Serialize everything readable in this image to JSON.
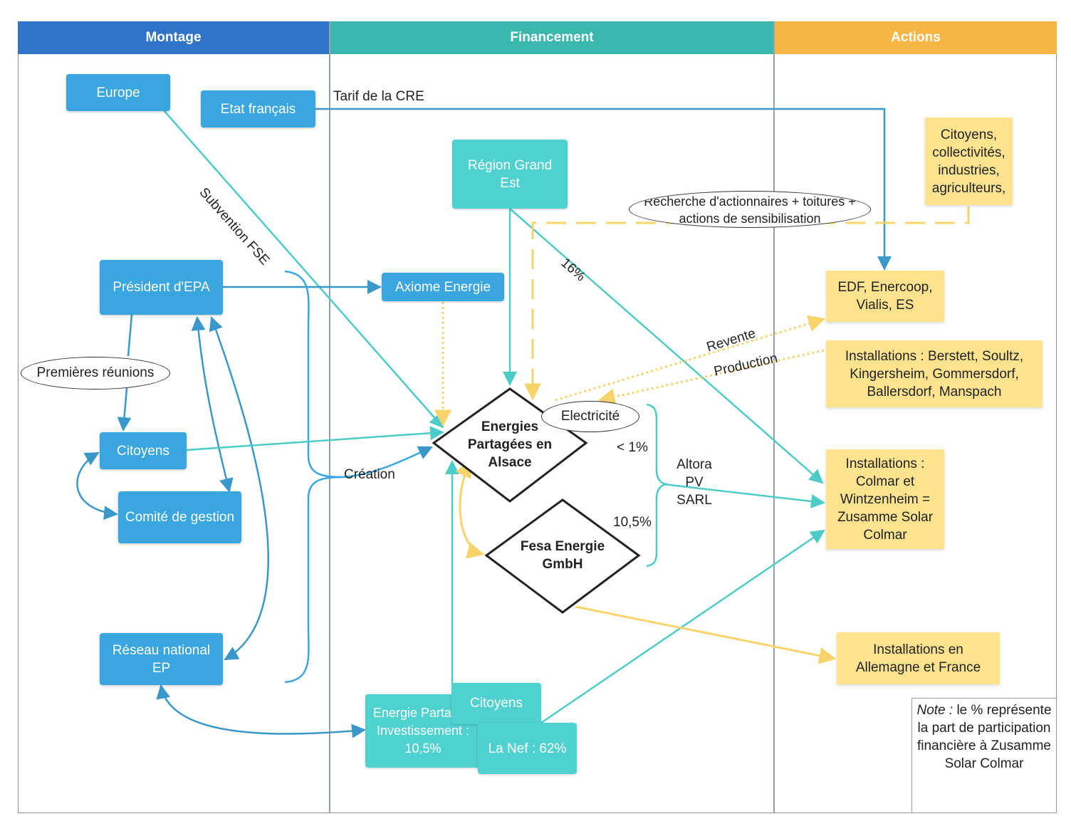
{
  "lanes": {
    "montage": "Montage",
    "financement": "Financement",
    "actions": "Actions"
  },
  "colors": {
    "montage_header": "#2f74c8",
    "financement_header": "#3ab8ae",
    "actions_header": "#f7b544",
    "blue_box": "#3aa6e0",
    "teal_box": "#4fd1d0",
    "yellow_box": "#fde38e"
  },
  "nodes": {
    "europe": "Europe",
    "etat": "Etat français",
    "president": "Président d'EPA",
    "premieres": "Premières réunions",
    "citoyens_montage": "Citoyens",
    "comite": "Comité de gestion",
    "reseau": "Réseau national EP",
    "region": "Région Grand Est",
    "axiome": "Axiome Energie",
    "energies_partagees": "Energies Partagées en Alsace",
    "electricite": "Electricité",
    "fesa": "Fesa Energie GmbH",
    "epi": "Energie Partagée Investissement : 10,5%",
    "citoyens_fin": "Citoyens",
    "nef": "La Nef : 62%",
    "citoyens_actions": "Citoyens, collectivités, industries, agriculteurs,",
    "edf": "EDF, Enercoop, Vialis, ES",
    "install_list": "Installations : Berstett, Soultz, Kingersheim, Gommersdorf, Ballersdorf, Manspach",
    "install_colmar": "Installations : Colmar et Wintzenheim = Zusamme Solar Colmar",
    "install_allemagne": "Installations en Allemagne et France",
    "recherche": "Recherche d'actionnaires + toitures + actions de sensibilisation"
  },
  "labels": {
    "tarif": "Tarif de la CRE",
    "subvention": "Subvention FSE",
    "pct16": "16%",
    "revente": "Revente",
    "production": "Production",
    "creation": "Création",
    "lt1": "< 1%",
    "pct105": "10,5%",
    "altora": "Altora PV SARL"
  },
  "note": {
    "prefix": "Note :",
    "text": " le % représente la part de participation financière à Zusamme Solar Colmar"
  }
}
